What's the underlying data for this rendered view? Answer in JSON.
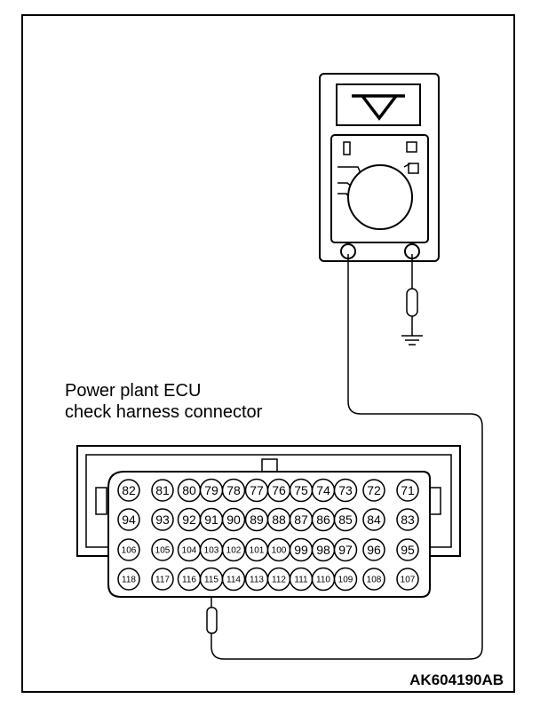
{
  "caption": {
    "line1": "Power plant ECU",
    "line2": "check harness connector"
  },
  "figure_code": "AK604190AB",
  "meter": {
    "display_symbol": "V",
    "icon": "voltmeter-icon"
  },
  "ground_icon": "ground-symbol-icon",
  "connector": {
    "rows": [
      [
        "82",
        "81",
        "80",
        "79",
        "78",
        "77",
        "76",
        "75",
        "74",
        "73",
        "72",
        "71"
      ],
      [
        "94",
        "93",
        "92",
        "91",
        "90",
        "89",
        "88",
        "87",
        "86",
        "85",
        "84",
        "83"
      ],
      [
        "106",
        "105",
        "104",
        "103",
        "102",
        "101",
        "100",
        "99",
        "98",
        "97",
        "96",
        "95"
      ],
      [
        "118",
        "117",
        "116",
        "115",
        "114",
        "113",
        "112",
        "111",
        "110",
        "109",
        "108",
        "107"
      ]
    ],
    "probed_pin": "115"
  }
}
